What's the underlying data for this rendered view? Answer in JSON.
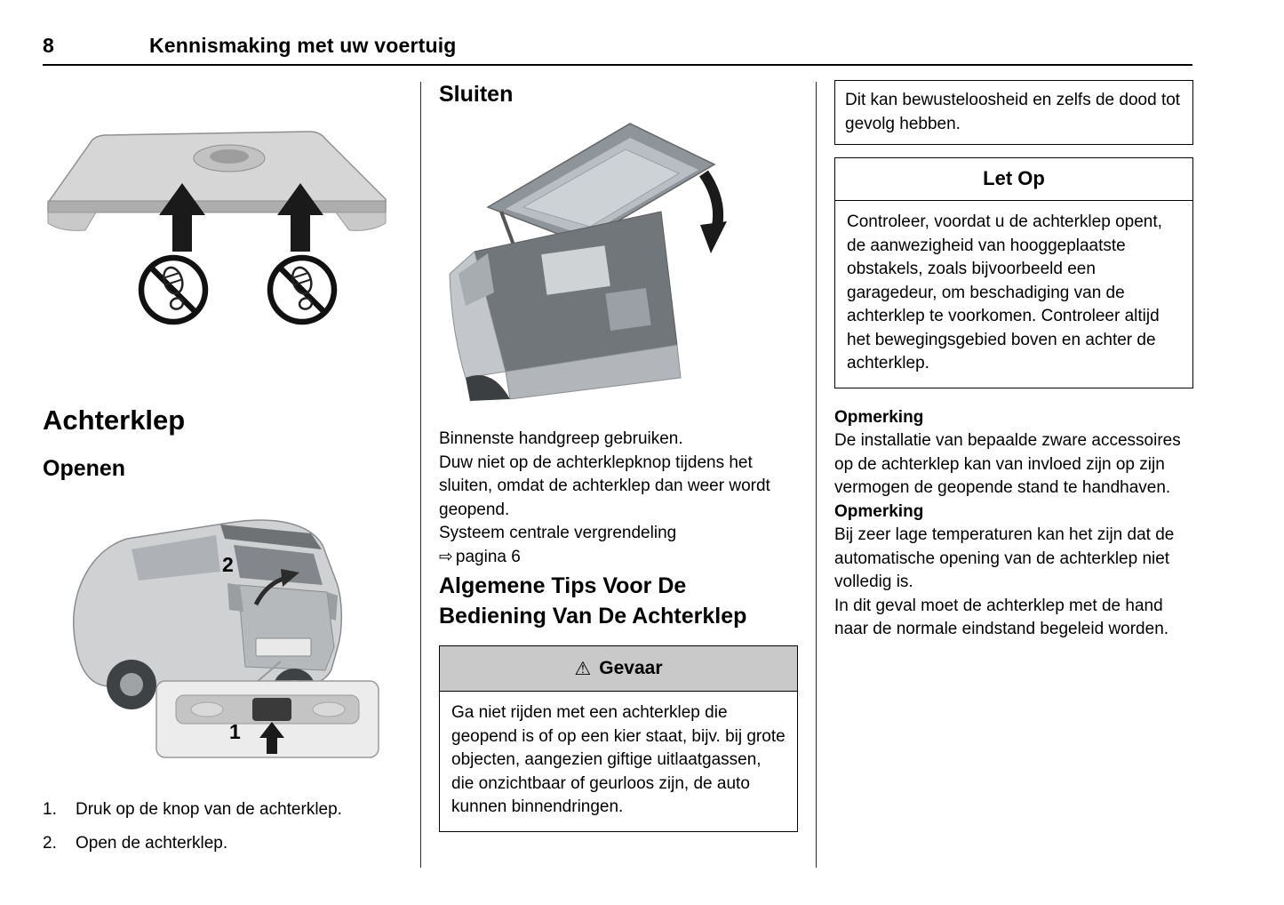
{
  "page": {
    "number": "8",
    "title": "Kennismaking met uw voertuig"
  },
  "left": {
    "heading": "Achterklep",
    "subheading": "Openen",
    "figure_open": {
      "label_1": "1",
      "label_2": "2"
    },
    "steps": [
      {
        "num": "1.",
        "text": "Druk op de knop van de achterklep."
      },
      {
        "num": "2.",
        "text": "Open de achterklep."
      }
    ]
  },
  "middle": {
    "heading": "Sluiten",
    "paragraphs": {
      "p1": "Binnenste handgreep gebruiken.",
      "p2": "Duw niet op de achterklepknop tijdens het sluiten, omdat de achterklep dan weer wordt geopend.",
      "p3": "Systeem centrale vergrendeling"
    },
    "page_ref": {
      "arrow": "⇨",
      "text": "pagina 6"
    },
    "tips_heading": "Algemene Tips Voor De Bediening Van De Achterklep",
    "danger_box": {
      "icon": "⚠",
      "title": "Gevaar",
      "body": "Ga niet rijden met een achterklep die geopend is of op een kier staat, bijv. bij grote objecten, aangezien giftige uitlaatgassen, die onzichtbaar of geurloos zijn, de auto kunnen binnendringen."
    }
  },
  "right": {
    "danger_continued": "Dit kan bewusteloosheid en zelfs de dood tot gevolg hebben.",
    "caution_box": {
      "title": "Let Op",
      "body": "Controleer, voordat u de achterklep opent, de aanwezigheid van hooggeplaatste obstakels, zoals bijvoorbeeld een garagedeur, om beschadiging van de achterklep te voorkomen. Controleer altijd het bewegingsgebied boven en achter de achterklep."
    },
    "note1": {
      "label": "Opmerking",
      "body": "De installatie van bepaalde zware accessoires op de achterklep kan van invloed zijn op zijn vermogen de geopende stand te handhaven."
    },
    "note2": {
      "label": "Opmerking",
      "body1": "Bij zeer lage temperaturen kan het zijn dat de automatische opening van de achterklep niet volledig is.",
      "body2": "In dit geval moet de achterklep met de hand naar de normale eindstand begeleid worden."
    }
  },
  "colors": {
    "danger_header_bg": "#c9c9c9",
    "rule": "#000000"
  }
}
